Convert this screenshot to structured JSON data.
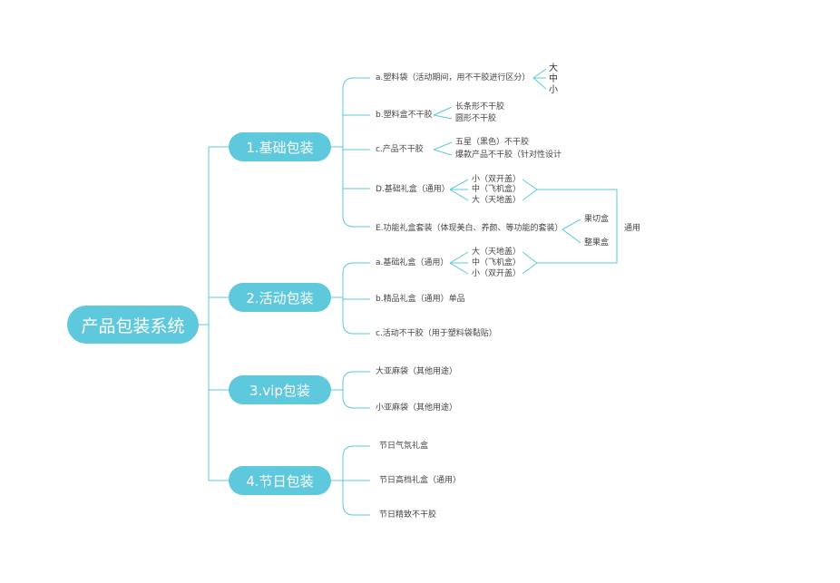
{
  "root": "产品包装系统",
  "categories": [
    {
      "title": "1.基础包装",
      "items": [
        {
          "label": "a.塑料袋（活动期间，用不干胶进行区分）",
          "subs": [
            "大",
            "中",
            "小"
          ]
        },
        {
          "label": "b.塑料盒不干胶",
          "subs": [
            "长条形不干胶",
            "圆形不干胶"
          ]
        },
        {
          "label": "c.产品不干胶",
          "subs": [
            "五星（黑色）不干胶",
            "爆款产品不干胶（针对性设计"
          ]
        },
        {
          "label": "D.基础礼盒（通用）",
          "subs": [
            "小（双开盖）",
            "中（飞机盒）",
            "大（天地盖）"
          ]
        },
        {
          "label": "E.功能礼盒套装（体现美白、养颜、等功能的套装）",
          "subs": [
            "果切盒",
            "整果盒"
          ]
        }
      ]
    },
    {
      "title": "2.活动包装",
      "items": [
        {
          "label": "a.基础礼盒（通用）",
          "subs": [
            "大（天地盖）",
            "中（飞机盒）",
            "小（双开盖）"
          ]
        },
        {
          "label": "b.精品礼盒（通用）单品",
          "subs": []
        },
        {
          "label": "c.活动不干胶（用于塑料袋黏贴）",
          "subs": []
        }
      ]
    },
    {
      "title": "3.vip包装",
      "items": [
        {
          "label": "大亚麻袋（其他用途）",
          "subs": []
        },
        {
          "label": "小亚麻袋（其他用途）",
          "subs": []
        }
      ]
    },
    {
      "title": "4.节日包装",
      "items": [
        {
          "label": "节日气氛礼盒",
          "subs": []
        },
        {
          "label": "节日高档礼盒（通用）",
          "subs": []
        },
        {
          "label": "节日精致不干胶",
          "subs": []
        }
      ]
    }
  ],
  "shared_note": "通用",
  "colors": {
    "accent": "#5ec8dc",
    "line": "#5ec8dc",
    "text": "#444444"
  }
}
